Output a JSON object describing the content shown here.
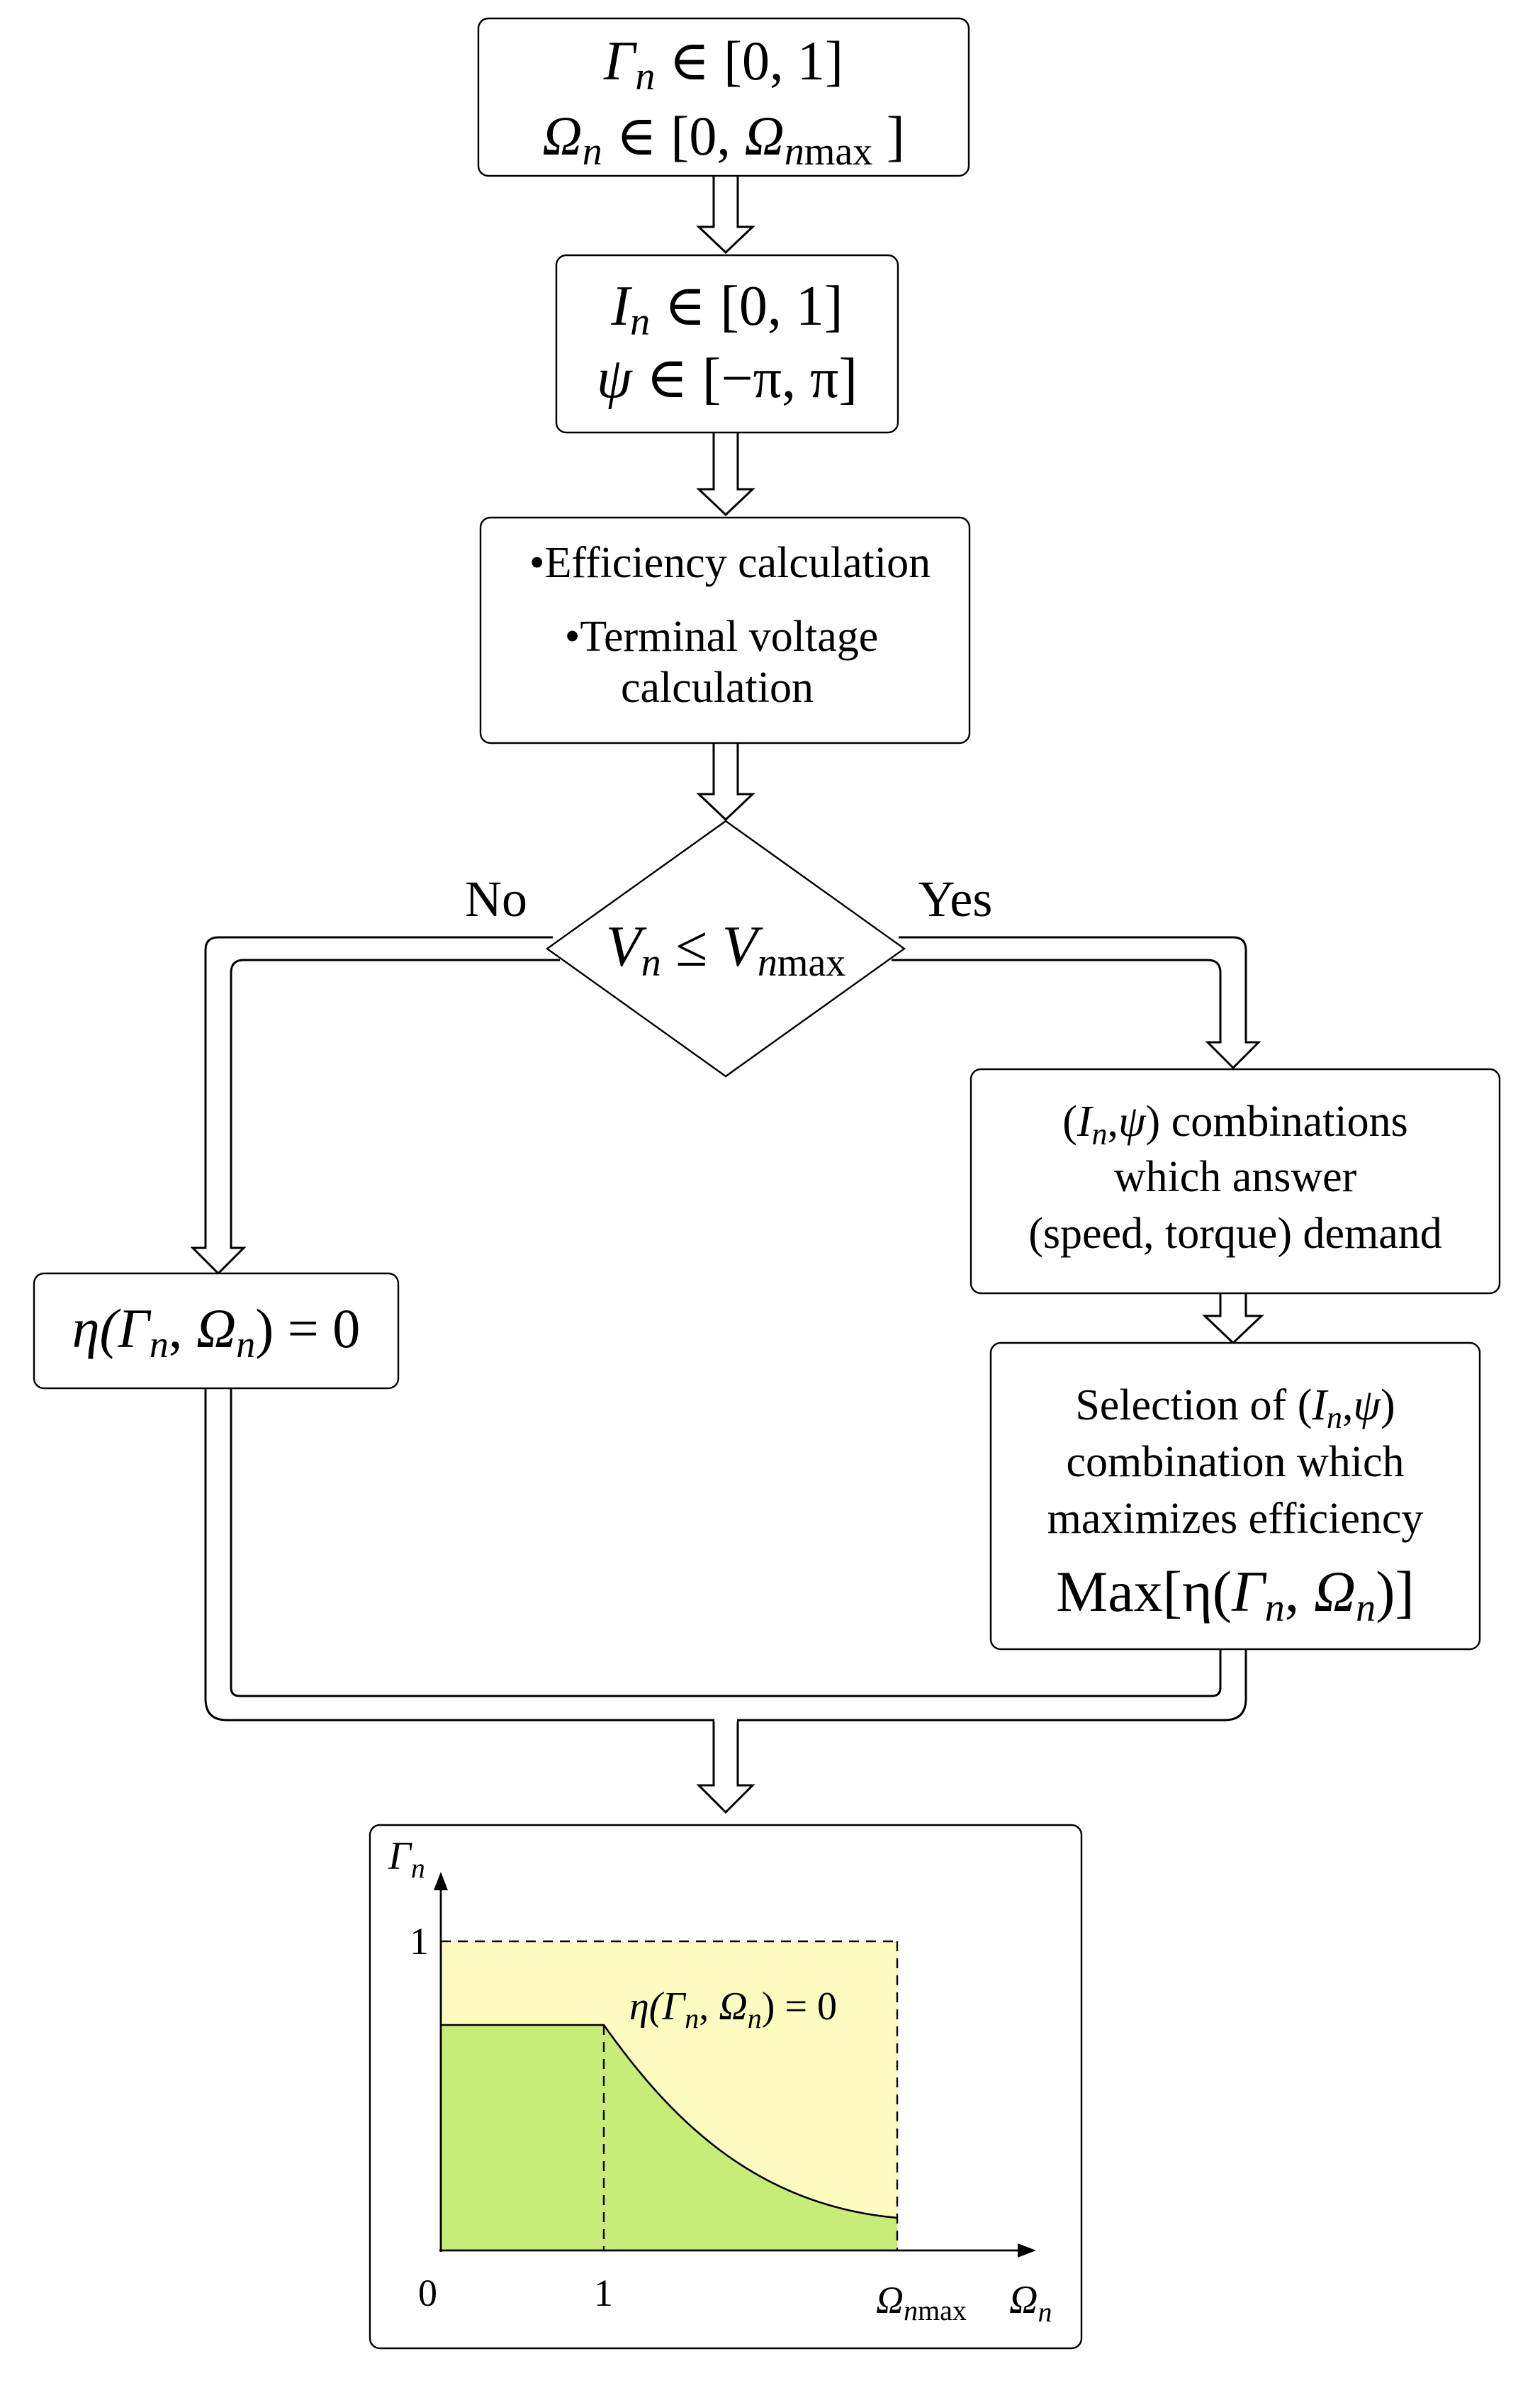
{
  "flowchart": {
    "box1": {
      "line1": {
        "var": "Γ",
        "sub": "n",
        "rest": " ∈ [0, 1]"
      },
      "line2": {
        "var": "Ω",
        "sub": "n",
        "rest": " ∈ [0, ",
        "var2": "Ω",
        "sub2": "n",
        "max": "max",
        "close": " ]"
      }
    },
    "box2": {
      "line1": {
        "var": "I",
        "sub": "n",
        "rest": " ∈ [0, 1]"
      },
      "line2": {
        "var": "ψ",
        "rest": " ∈ [−π, π]"
      }
    },
    "box3": {
      "bullet": "•",
      "item1": "Efficiency calculation",
      "item2_line1": "Terminal voltage",
      "item2_line2": "calculation"
    },
    "decision": {
      "var": "V",
      "sub": "n",
      "op": " ≤ ",
      "var2": "V",
      "sub2": "n",
      "max": "max"
    },
    "branch_no": "No",
    "branch_yes": "Yes",
    "box_zero": {
      "prefix": "η(",
      "var": "Γ",
      "sub": "n",
      "sep": ", ",
      "var2": "Ω",
      "sub2": "n",
      "suffix": ") = 0"
    },
    "box_comb": {
      "line1_open": "(",
      "line1_var": "I",
      "line1_sub": "n",
      "line1_sep": ",",
      "line1_psi": "ψ",
      "line1_rest": ") combinations",
      "line2": "which answer",
      "line3": "(speed, torque) demand"
    },
    "box_select": {
      "line1_pre": "Selection of (",
      "line1_var": "I",
      "line1_sub": "n",
      "line1_sep": ",",
      "line1_psi": "ψ",
      "line1_close": ")",
      "line2": "combination which",
      "line3": "maximizes efficiency",
      "line4_pre": "Max[η(",
      "line4_var": "Γ",
      "line4_sub": "n",
      "line4_sep": ", ",
      "line4_var2": "Ω",
      "line4_sub2": "n",
      "line4_post": ")]"
    }
  },
  "plot": {
    "y_label_var": "Γ",
    "y_label_sub": "n",
    "x_label_var": "Ω",
    "x_label_sub": "n",
    "tick_y1": "1",
    "tick_origin": "0",
    "tick_x1": "1",
    "tick_xmax_var": "Ω",
    "tick_xmax_sub": "n",
    "tick_xmax_max": "max",
    "annotation": {
      "prefix": "η(",
      "var": "Γ",
      "sub": "n",
      "sep": ", ",
      "var2": "Ω",
      "sub2": "n",
      "suffix": ") = 0"
    },
    "colors": {
      "feasible": "#c8ec78",
      "infeasible": "#fdfbc0"
    }
  }
}
